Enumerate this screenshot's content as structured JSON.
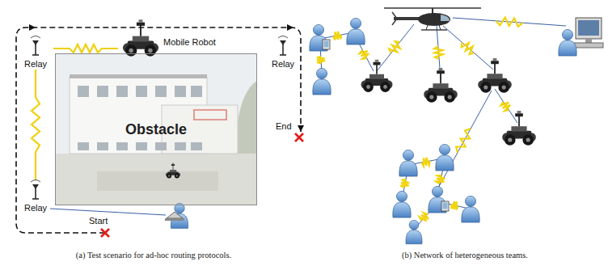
{
  "diagram": {
    "nodes": [
      {
        "text": [
          "Relay"
        ]
      },
      {
        "text": [
          "Mobile Robot"
        ]
      },
      {
        "text": [
          "Relay"
        ]
      },
      {
        "text": [
          "Obstacle"
        ]
      },
      {
        "text": [
          "Relay"
        ]
      }
    ],
    "edges": [
      {
        "from": 0,
        "to": 1,
        "arrow": "none"
      },
      {
        "from": 4,
        "to": 0,
        "arrow": "none"
      }
    ],
    "labels": [
      "End",
      "Start",
      "(a) Test scenario for ad-hoc routing protocols.",
      "(b) Network of heterogeneous teams."
    ]
  }
}
